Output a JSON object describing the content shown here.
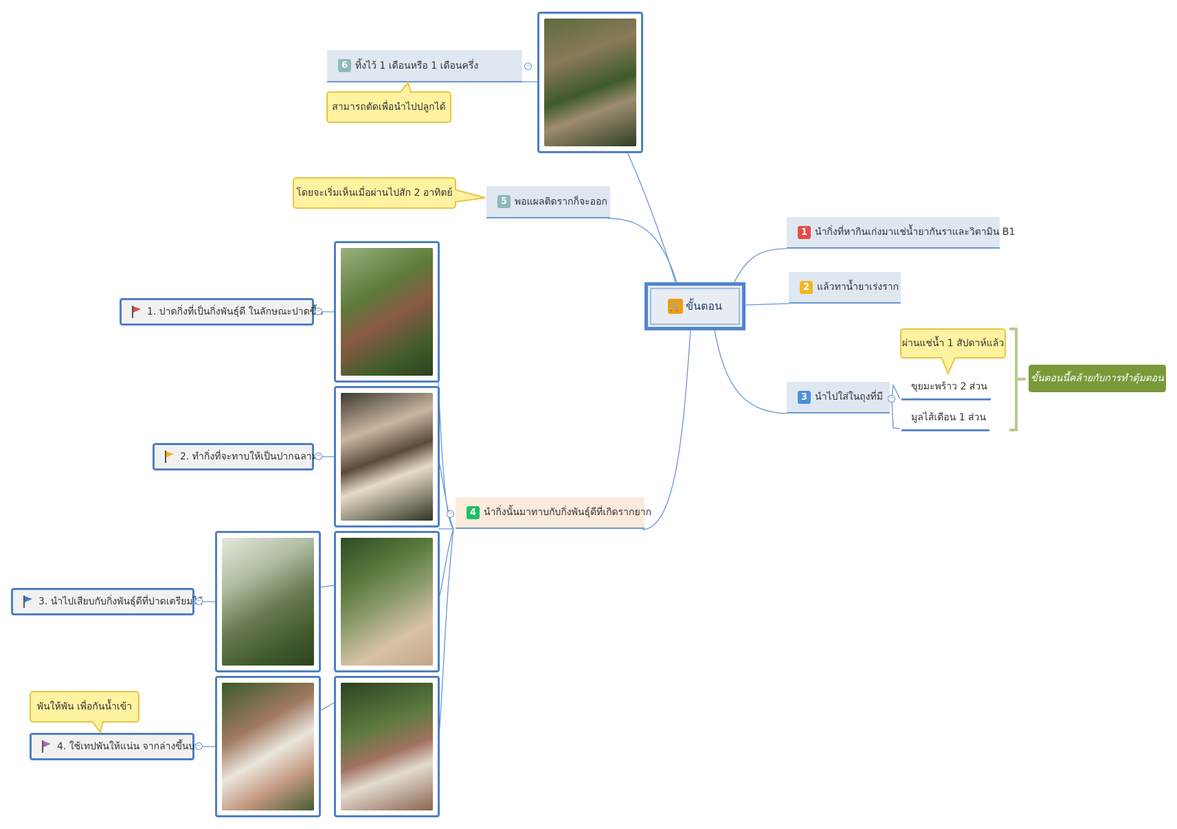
{
  "central": {
    "label": "ขั้นตอน",
    "icon": "shopping-cart-icon",
    "icon_color": "#f39c12"
  },
  "right_topics": [
    {
      "num": "1",
      "color": "#e54b4b",
      "label": "นำกิ่งที่หากินเก่งมาแช่น้ำยากันราและวิตามิน B1"
    },
    {
      "num": "2",
      "color": "#f5b623",
      "label": "แล้วทาน้ำยาเร่งราก"
    },
    {
      "num": "3",
      "color": "#4f8ed8",
      "label": "นำไปใส่ในถุงที่มี"
    }
  ],
  "topic3_subs": [
    "ขุยมะพร้าว 2 ส่วน",
    "มูลไส้เดือน 1 ส่วน"
  ],
  "topic3_note": "ผ่านแช่น้ำ 1 สัปดาห์แล้ว",
  "summary": "ขั้นตอนนี้คล้ายกับการทำตุ้มตอน",
  "topic4": {
    "num": "4",
    "color": "#1fbf5f",
    "label": "นำกิ่งนั้นมาทาบกับกิ่งพันธุ์ดีที่เกิดรากยาก"
  },
  "topic5": {
    "num": "5",
    "color": "#8fb9b7",
    "label": "พอแผลติดรากก็จะออก",
    "note": "โดยจะเริ่มเห็นเมื่อผ่านไปสัก 2 อาทิตย์"
  },
  "topic6": {
    "num": "6",
    "color": "#8fb9b7",
    "label": "ทิ้งไว้ 1 เดือนหรือ 1 เดือนครึ่ง",
    "note": "สามารถตัดเพื่อนำไปปลูกได้"
  },
  "steps": [
    {
      "label": "1. ปาดกิ่งที่เป็นกิ่งพันธุ์ดี ในลักษณะปาดขึ้น",
      "flag_color": "#e54b4b"
    },
    {
      "label": "2. ทำกิ่งที่จะทาบให้เป็นปากฉลาม",
      "flag_color": "#f5b623"
    },
    {
      "label": "3. นำไปเสียบกับกิ่งพันธุ์ดีที่ปาดเตรียมไว้",
      "flag_color": "#3d7fd6"
    },
    {
      "label": "4. ใช้เทปพันให้แน่น จากล่างขึ้นบน",
      "flag_color": "#b85cc8"
    }
  ],
  "step4_note": "พันให้พัน เพื่อกันน้ำเข้า"
}
